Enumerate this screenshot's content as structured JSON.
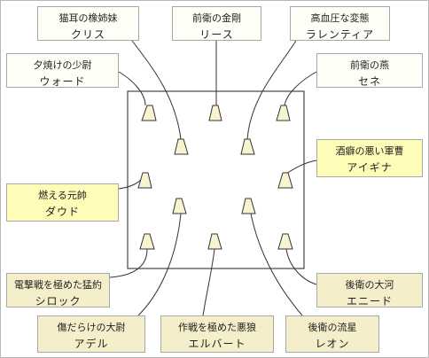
{
  "colors": {
    "light_box": "#fffef6",
    "yellow_box": "#fffcb8",
    "khaki_box": "#f5eeca",
    "marker_fill": "#f8f4d0"
  },
  "diagram": {
    "members": {
      "kuris": {
        "title": "猫耳の橡姉妹",
        "name": "クリス"
      },
      "reese": {
        "title": "前衛の金剛",
        "name": "リース"
      },
      "ralenti": {
        "title": "高血圧な変態",
        "name": "ラレンティア"
      },
      "ward": {
        "title": "夕焼けの少尉",
        "name": "ウォード"
      },
      "sene": {
        "title": "前衛の燕",
        "name": "セネ"
      },
      "aigina": {
        "title": "酒癖の悪い軍曹",
        "name": "アイギナ"
      },
      "daud": {
        "title": "燃える元帥",
        "name": "ダウド"
      },
      "shirock": {
        "title": "電撃戦を極めた猛約",
        "name": "シロック"
      },
      "enid": {
        "title": "後衛の大河",
        "name": "エニード"
      },
      "adel": {
        "title": "傷だらけの大尉",
        "name": "アデル"
      },
      "elbert": {
        "title": "作戦を極めた悪狼",
        "name": "エルバート"
      },
      "leon": {
        "title": "後衛の流星",
        "name": "レオン"
      }
    }
  }
}
